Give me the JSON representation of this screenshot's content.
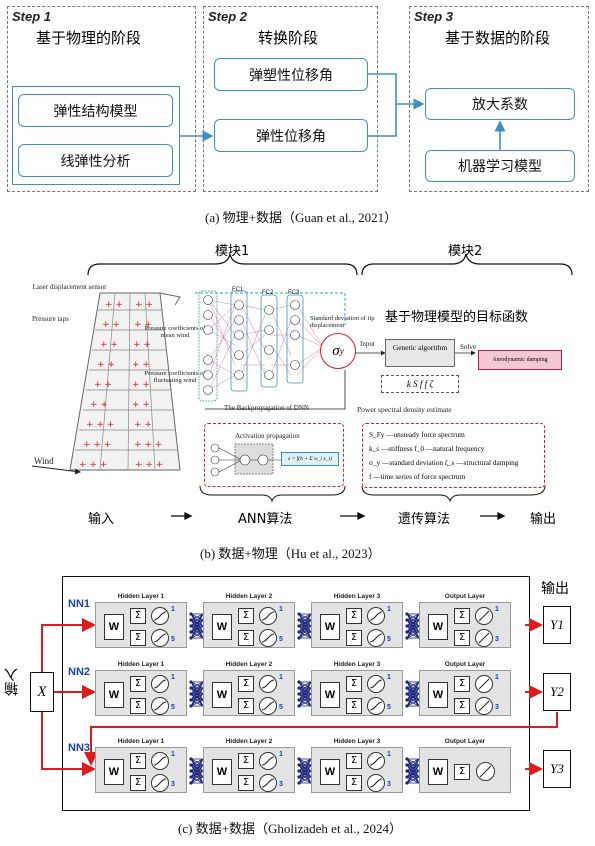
{
  "panel_a": {
    "steps": [
      {
        "label": "Step 1",
        "title": "基于物理的阶段"
      },
      {
        "label": "Step 2",
        "title": "转换阶段"
      },
      {
        "label": "Step 3",
        "title": "基于数据的阶段"
      }
    ],
    "boxes": {
      "elastic_model": "弹性结构模型",
      "linear_analysis": "线弹性分析",
      "elastoplastic_drift": "弹塑性位移角",
      "elastic_drift": "弹性位移角",
      "amplification": "放大系数",
      "ml_model": "机器学习模型"
    },
    "caption": "(a) 物理+数据（Guan et al., 2021）"
  },
  "panel_b": {
    "module1": "模块1",
    "module2": "模块2",
    "objective_title": "基于物理模型的目标函数",
    "laser_label": "Laser displacement sensor",
    "pressure_taps": "Pressure taps",
    "wind": "Wind",
    "mean_wind": "Pressure coefficients of mean wind",
    "fluct_wind": "Pressure coefficients of fluctuating wind",
    "fc_labels": [
      "FC1",
      "FC2",
      "FC3"
    ],
    "std_label": "Standard deviation of tip displacement",
    "sigma": "σ",
    "sigma_sub": "y",
    "input_label": "Input",
    "ga_label": "Genetic algorithm",
    "solve_label": "Solve",
    "aero_label": "Aerodynamic damping",
    "backprop": "The Backpropagation of DNN",
    "psd_label": "Power spectral density estimate",
    "activation": "Activation propagation",
    "activation_formula": "z = f(b + Σ w_i x_i)",
    "legend": [
      "S_Fy —unsteady force spectrum",
      "k_s —stiffness   f_0 —natural frequency",
      "σ_y —standard deviation   ζ_s —structural damping",
      "f —time series of force spectrum"
    ],
    "flow": [
      "输入",
      "ANN算法",
      "遗传算法",
      "输出"
    ],
    "caption": "(b) 数据+物理（Hu et al., 2023）"
  },
  "panel_c": {
    "nets": [
      {
        "name": "NN1",
        "out": "Y1",
        "units": [
          "5",
          "5",
          "5",
          "3"
        ]
      },
      {
        "name": "NN2",
        "out": "Y2",
        "units": [
          "5",
          "5",
          "5",
          "3"
        ]
      },
      {
        "name": "NN3",
        "out": "Y3",
        "units": [
          "3",
          "3",
          "3",
          "1"
        ]
      }
    ],
    "layer_titles": [
      "Hidden Layer 1",
      "Hidden Layer 2",
      "Hidden Layer 3",
      "Output Layer"
    ],
    "w_label": "W",
    "input_label": "输入",
    "output_label": "输出",
    "x_label": "X",
    "one_label": "1",
    "caption": "(c) 数据+数据（Gholizadeh et al., 2024）"
  },
  "colors": {
    "accent_blue": "#3d8fc4",
    "arrow_red": "#e01b1b",
    "dark_blue": "#1a237e"
  }
}
